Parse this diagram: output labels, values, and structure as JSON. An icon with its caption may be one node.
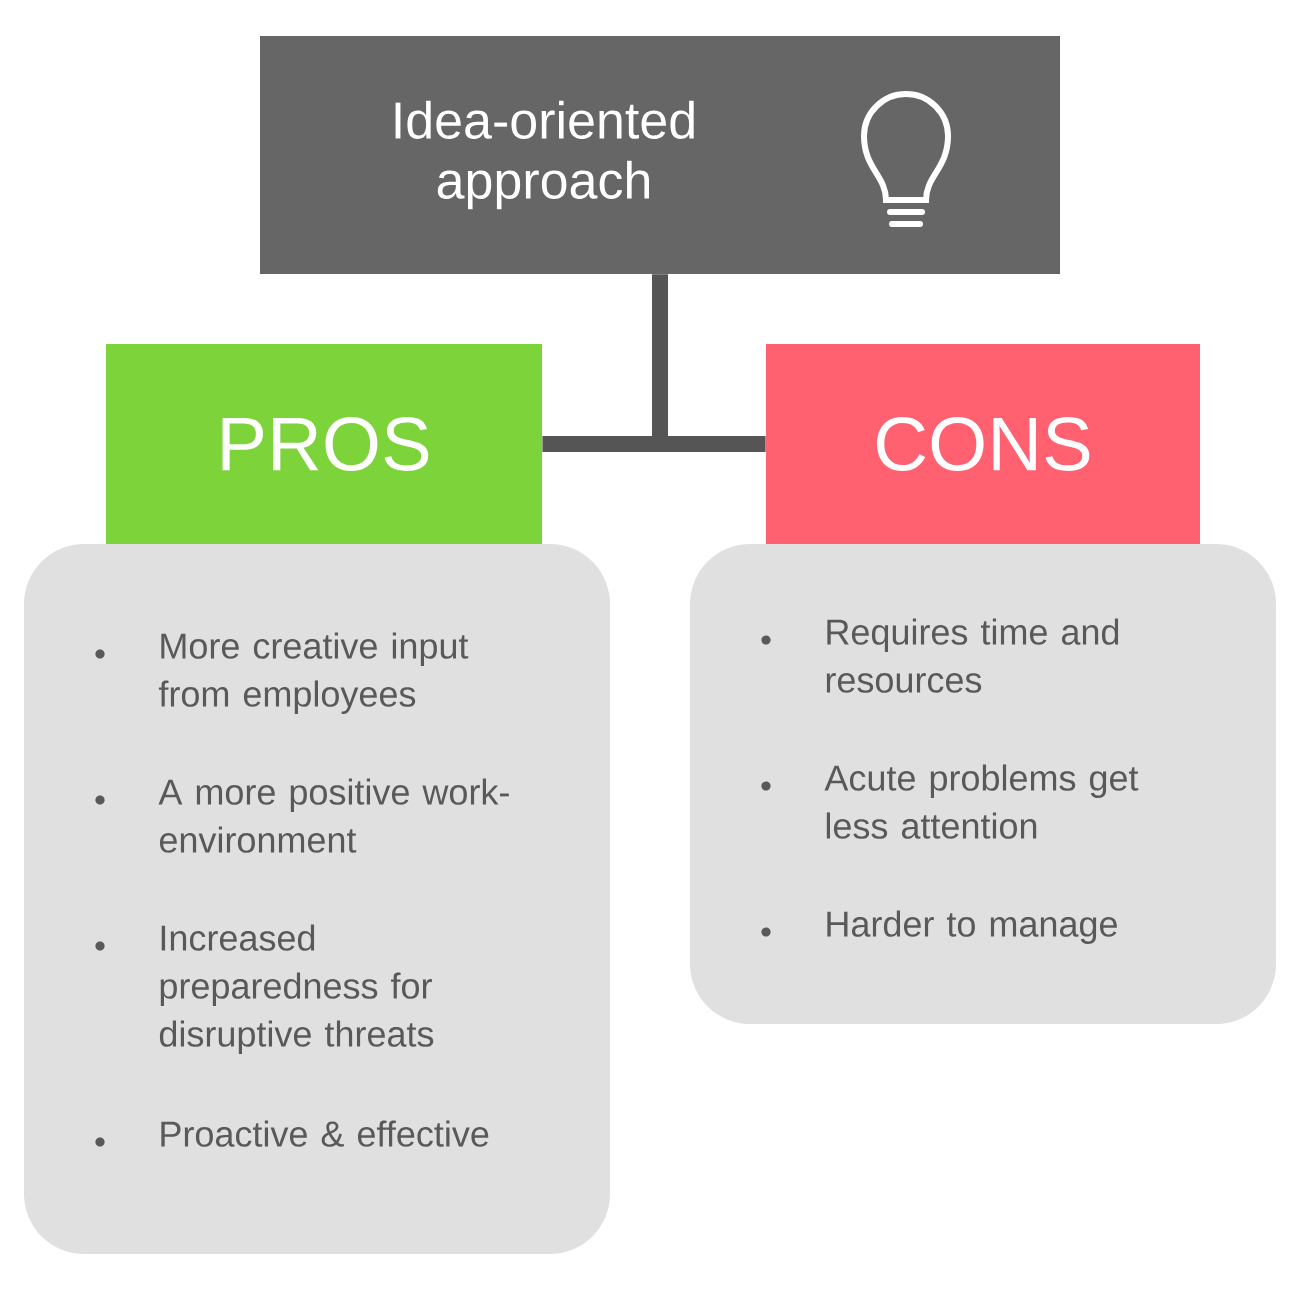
{
  "diagram": {
    "nodes": [
      {
        "text": [
          "Idea-oriented approach"
        ]
      },
      {
        "text": [
          "PROS"
        ]
      },
      {
        "text": [
          "CONS"
        ]
      },
      {
        "text": [
          "More creative input from employees",
          "A more positive work-environment",
          "Increased preparedness for disruptive threats",
          "Proactive & effective"
        ]
      },
      {
        "text": [
          "Requires time and resources",
          "Acute problems get less attention",
          "Harder to manage"
        ]
      }
    ],
    "edges": [
      {
        "from": 0,
        "to": 1,
        "arrow": "none"
      },
      {
        "from": 0,
        "to": 2,
        "arrow": "none"
      }
    ]
  }
}
